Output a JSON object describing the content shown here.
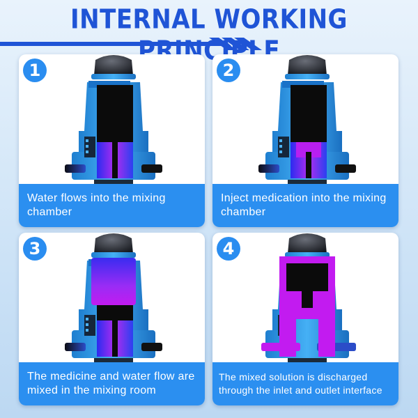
{
  "title": "INTERNAL WORKING PRINCIPLE",
  "colors": {
    "accent": "#1f54d6",
    "badge": "#2a8df0",
    "caption_bg": "#2b8ff0",
    "device_blue": "#2e9ae6",
    "chamber": "#0b0b0b",
    "medicine": "#c21bf0"
  },
  "steps": [
    {
      "number": "1",
      "caption": "Water flows into the mixing chamber"
    },
    {
      "number": "2",
      "caption": "Inject medication into the mixing chamber"
    },
    {
      "number": "3",
      "caption": "The medicine and water flow are mixed in the mixing room"
    },
    {
      "number": "4",
      "caption": "The mixed solution is discharged through the inlet and outlet interface"
    }
  ]
}
